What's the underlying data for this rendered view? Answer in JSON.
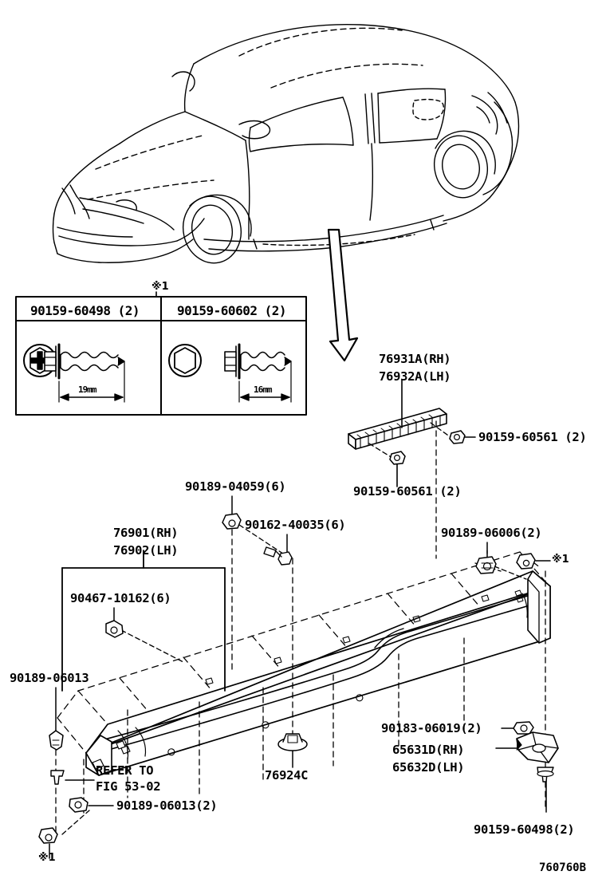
{
  "diagram": {
    "code": "760760B",
    "reference_mark": "※1",
    "refer_note_line1": "REFER TO",
    "refer_note_line2": "FIG 53-02"
  },
  "legend_box": {
    "mark": "※1",
    "cells": [
      {
        "part_number": "90159-60498 (2)",
        "head_type": "phillips-hex-washer",
        "length": "19mm"
      },
      {
        "part_number": "90159-60602 (2)",
        "head_type": "hex-washer",
        "length": "16mm"
      }
    ]
  },
  "callouts": {
    "retainer_rh": "76931A(RH)",
    "retainer_lh": "76932A(LH)",
    "screw_retainer_right": "90159-60561 (2)",
    "screw_retainer_left": "90159-60561 (2)",
    "clip_90189_04059": "90189-04059(6)",
    "screw_90162_40035": "90162-40035(6)",
    "clip_90189_06006": "90189-06006(2)",
    "moulding_rh": "76901(RH)",
    "moulding_lh": "76902(LH)",
    "clip_90467_10162": "90467-10162(6)",
    "clip_90189_06013": "90189-06013",
    "clip_90189_06013_2": "90189-06013(2)",
    "grommet_76924c": "76924C",
    "clip_90183_06019": "90183-06019(2)",
    "bracket_rh": "65631D(RH)",
    "bracket_lh": "65632D(LH)",
    "bolt_90159_60498": "90159-60498(2)",
    "mark_top_right": "※1",
    "mark_bottom_left": "※1"
  }
}
